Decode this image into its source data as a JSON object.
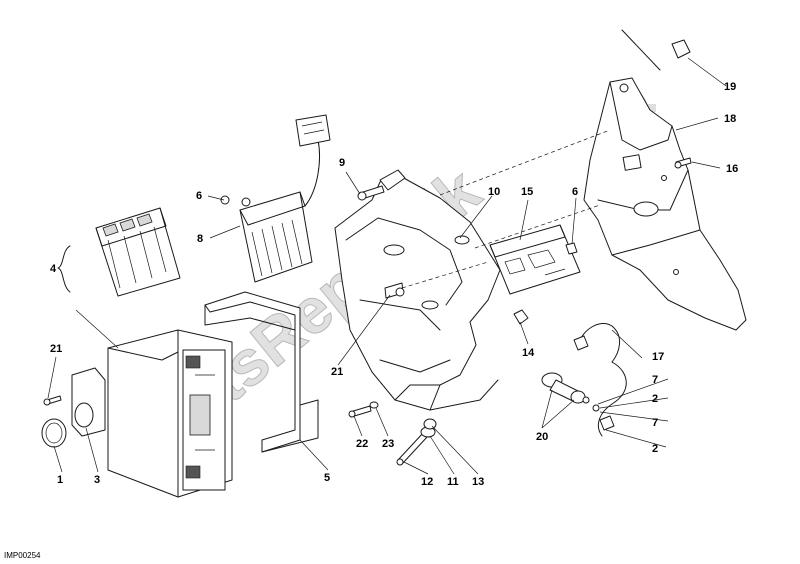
{
  "watermark": {
    "text": "PartsRepublik"
  },
  "diagram_code": "IMP00254",
  "callouts": [
    {
      "id": "c1",
      "label": "1"
    },
    {
      "id": "c2a",
      "label": "2"
    },
    {
      "id": "c2b",
      "label": "2"
    },
    {
      "id": "c3",
      "label": "3"
    },
    {
      "id": "c4",
      "label": "4"
    },
    {
      "id": "c5",
      "label": "5"
    },
    {
      "id": "c6a",
      "label": "6"
    },
    {
      "id": "c6b",
      "label": "6"
    },
    {
      "id": "c7a",
      "label": "7"
    },
    {
      "id": "c7b",
      "label": "7"
    },
    {
      "id": "c8",
      "label": "8"
    },
    {
      "id": "c9",
      "label": "9"
    },
    {
      "id": "c10",
      "label": "10"
    },
    {
      "id": "c11",
      "label": "11"
    },
    {
      "id": "c12",
      "label": "12"
    },
    {
      "id": "c13",
      "label": "13"
    },
    {
      "id": "c14",
      "label": "14"
    },
    {
      "id": "c15",
      "label": "15"
    },
    {
      "id": "c16",
      "label": "16"
    },
    {
      "id": "c17",
      "label": "17"
    },
    {
      "id": "c18",
      "label": "18"
    },
    {
      "id": "c19",
      "label": "19"
    },
    {
      "id": "c20",
      "label": "20"
    },
    {
      "id": "c21a",
      "label": "21"
    },
    {
      "id": "c21b",
      "label": "21"
    },
    {
      "id": "c22",
      "label": "22"
    },
    {
      "id": "c23",
      "label": "23"
    }
  ]
}
